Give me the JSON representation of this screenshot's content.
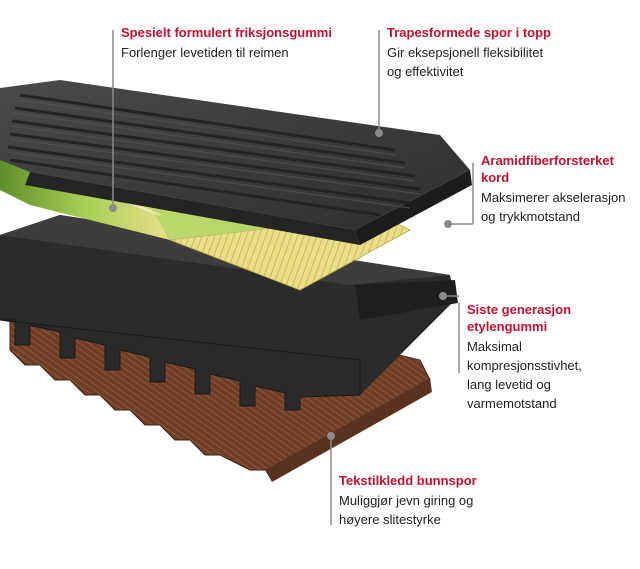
{
  "callouts": {
    "friction_rubber": {
      "title": "Spesielt formulert friksjonsgummi",
      "desc": [
        "Forlenger levetiden til reimen"
      ]
    },
    "trapezoid_grooves": {
      "title": "Trapesformede spor i topp",
      "desc": [
        "Gir eksepsjonell fleksibilitet",
        "og effektivitet"
      ]
    },
    "aramid_cord": {
      "title": [
        "Aramidfiberforsterket",
        "kord"
      ],
      "desc": [
        "Maksimerer akselerasjon",
        "og trykkmotstand"
      ]
    },
    "ethylene_rubber": {
      "title": [
        "Siste generasjon",
        "etylengummi"
      ],
      "desc": [
        "Maksimal kompresjonsstivhet,",
        "lang levetid og varmemotstand"
      ]
    },
    "textile_bottom": {
      "title": "Tekstilkledd bunnspor",
      "desc": [
        "Muliggjør jevn giring og",
        "høyere slitestyrke"
      ]
    }
  },
  "colors": {
    "accent": "#c8102e",
    "leader": "#8a8a8a",
    "dot": "#8a8a8a",
    "rubber_top": "#3a3a3a",
    "rubber_side": "#2a2a2a",
    "aramid_green": "#8bbf3f",
    "aramid_yellow": "#e9df8a",
    "textile": "#7a4a2f"
  }
}
